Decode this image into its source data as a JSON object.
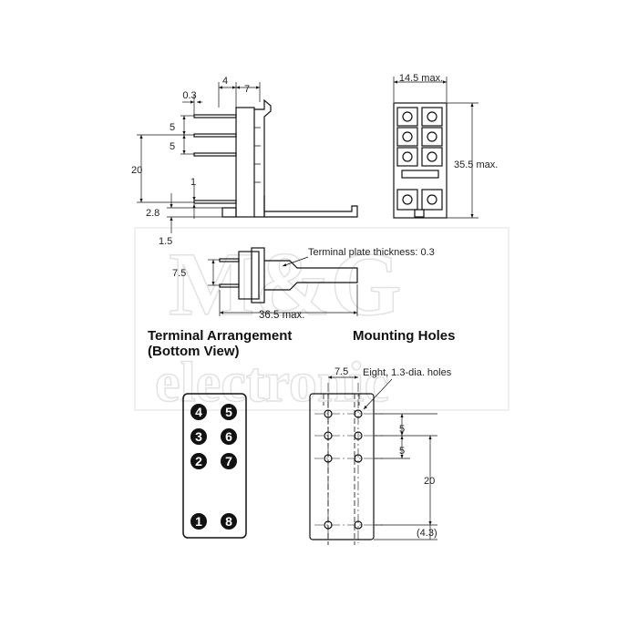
{
  "watermark": {
    "line1": "M&G",
    "line2": "electronic"
  },
  "side_view": {
    "dim_0_3": "0.3",
    "dim_4": "4",
    "dim_7": "7",
    "dim_5a": "5",
    "dim_5b": "5",
    "dim_20": "20",
    "dim_1": "1",
    "dim_2_8": "2.8",
    "dim_1_5": "1.5"
  },
  "front_view": {
    "width": "14.5 max.",
    "height": "35.5 max."
  },
  "top_view": {
    "plate_note": "Terminal plate thickness: 0.3",
    "dim_7_5": "7.5",
    "length": "36.5 max."
  },
  "headings": {
    "terminal_line1": "Terminal Arrangement",
    "terminal_line2": "(Bottom View)",
    "mounting": "Mounting Holes"
  },
  "terminals": {
    "pins": [
      "4",
      "5",
      "3",
      "6",
      "2",
      "7",
      "1",
      "8"
    ]
  },
  "mounting_holes": {
    "dim_7_5": "7.5",
    "note": "Eight, 1.3-dia. holes",
    "dim_5a": "5",
    "dim_5b": "5",
    "dim_20": "20",
    "dim_4_3": "(4.3)"
  }
}
